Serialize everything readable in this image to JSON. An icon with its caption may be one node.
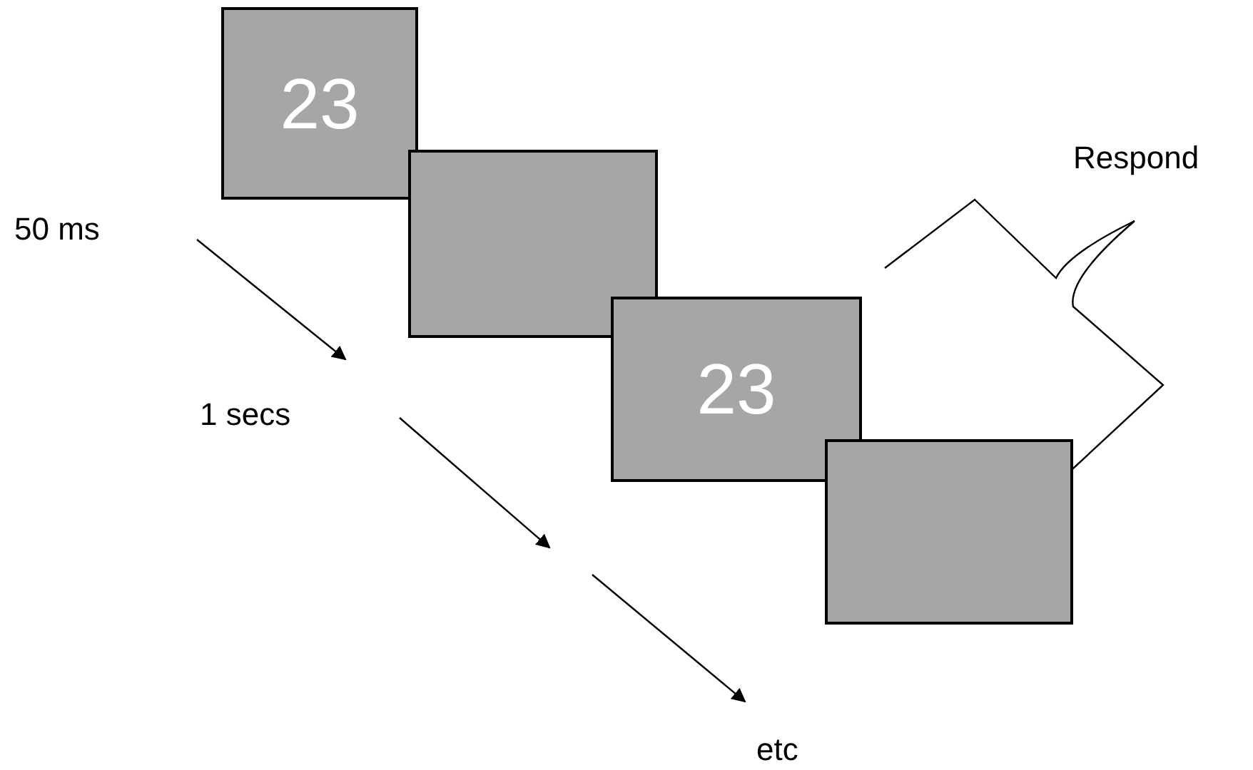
{
  "diagram": {
    "nodes": [
      {
        "text": [
          "23"
        ]
      },
      {
        "text": [],
        "shape": "box"
      },
      {
        "text": [
          "23"
        ]
      },
      {
        "text": [],
        "shape": "box"
      }
    ],
    "labels": [
      "Respond",
      "50 ms",
      "1 secs",
      "etc"
    ]
  }
}
